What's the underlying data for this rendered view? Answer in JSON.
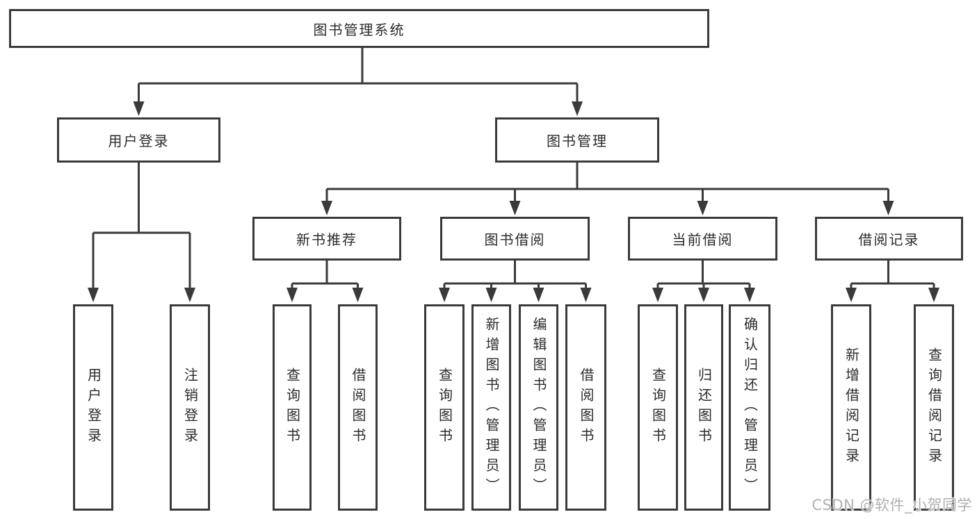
{
  "nodes": {
    "root": {
      "label": "图书管理系统"
    },
    "user_login": {
      "label": "用户登录"
    },
    "book_management": {
      "label": "图书管理"
    },
    "new_book_recommend": {
      "label": "新书推荐"
    },
    "book_borrow": {
      "label": "图书借阅"
    },
    "current_borrow": {
      "label": "当前借阅"
    },
    "borrow_records": {
      "label": "借阅记录"
    },
    "leaves": {
      "user_login": {
        "label": "用户登录"
      },
      "logout": {
        "label": "注销登录"
      },
      "nb_query_books": {
        "label": "查询图书"
      },
      "nb_borrow_books": {
        "label": "借阅图书"
      },
      "bb_query_books": {
        "label": "查询图书"
      },
      "bb_add_books": {
        "label": "新增图书（管理员）"
      },
      "bb_edit_books": {
        "label": "编辑图书（管理员）"
      },
      "bb_borrow_books": {
        "label": "借阅图书"
      },
      "cb_query_books": {
        "label": "查询图书"
      },
      "cb_return_books": {
        "label": "归还图书"
      },
      "cb_confirm_return": {
        "label": "确认归还（管理员）"
      },
      "br_add_record": {
        "label": "新增借阅记录"
      },
      "br_query_record": {
        "label": "查询借阅记录"
      }
    }
  },
  "watermark": {
    "label": "CSDN @软件_小贺同学"
  },
  "colors": {
    "line": "#3a3a3a",
    "box_border": "#3a3a3a",
    "box_fill": "#ffffff",
    "text": "#2b2b2b",
    "watermark": "#b0b0b0",
    "background": "#ffffff"
  }
}
